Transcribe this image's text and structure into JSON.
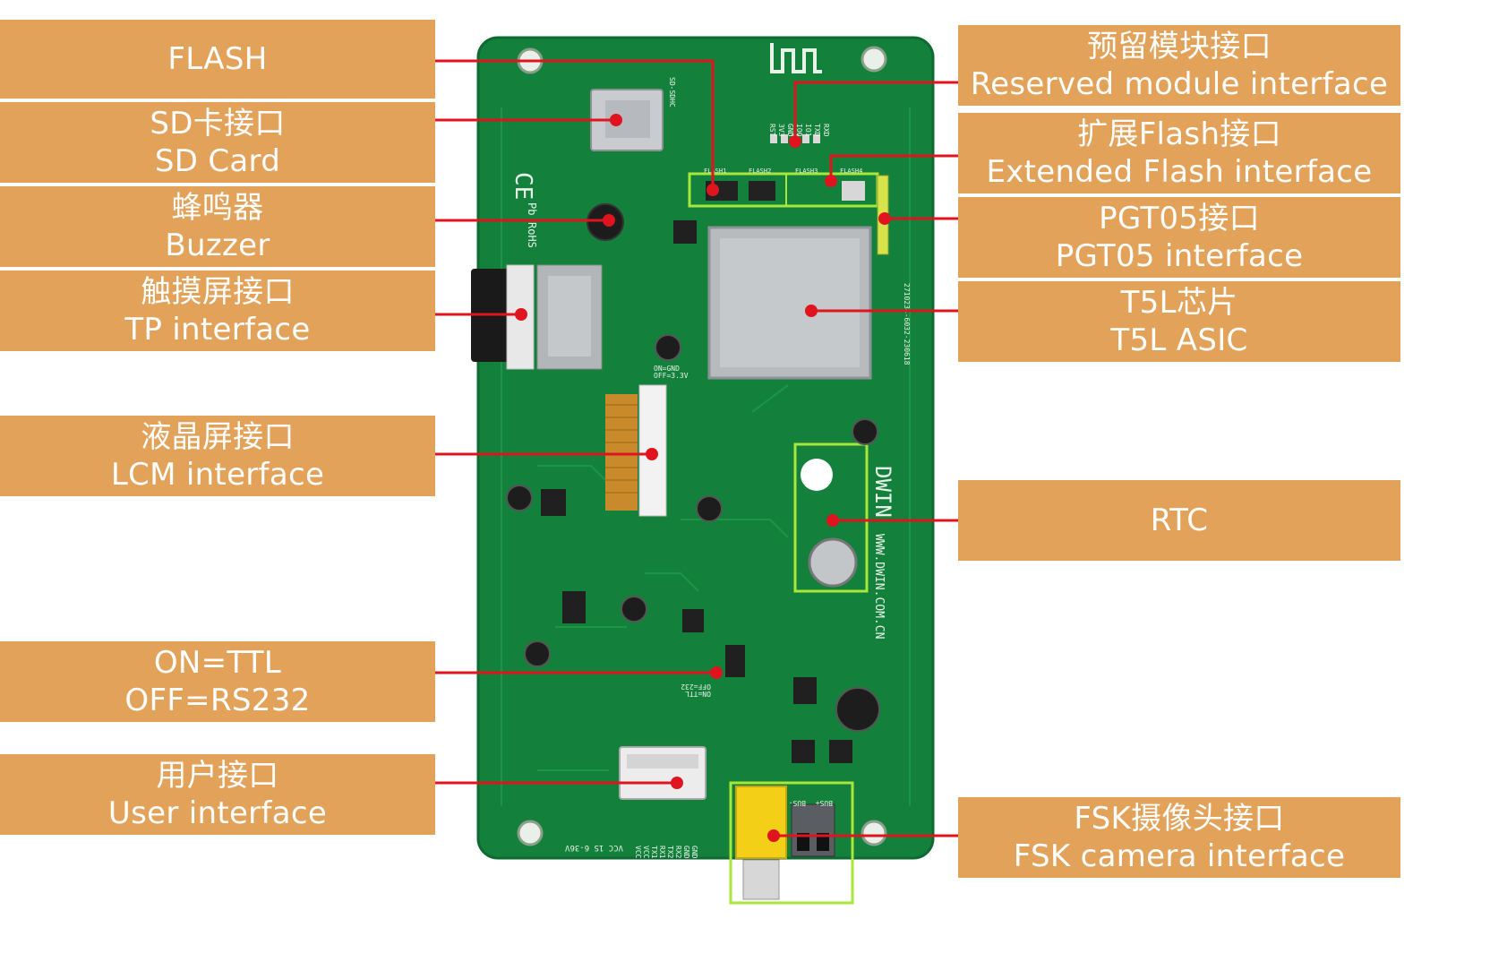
{
  "colors": {
    "label_background": "#E3A25A",
    "label_text": "#FFFFFF",
    "pointer_line": "#E0141E",
    "pcb_green": "#13813C",
    "highlight_box": "#A7E63A"
  },
  "labels": {
    "flash": {
      "line1": "FLASH"
    },
    "sd_card": {
      "line1": "SD卡接口",
      "line2": "SD Card"
    },
    "buzzer": {
      "line1": "蜂鸣器",
      "line2": "Buzzer"
    },
    "tp": {
      "line1": "触摸屏接口",
      "line2": "TP interface"
    },
    "lcm": {
      "line1": "液晶屏接口",
      "line2": "LCM interface"
    },
    "ttl": {
      "line1": "ON=TTL",
      "line2": "OFF=RS232"
    },
    "user": {
      "line1": "用户接口",
      "line2": "User interface"
    },
    "reserved": {
      "line1": "预留模块接口",
      "line2": "Reserved module interface"
    },
    "ext_flash": {
      "line1": "扩展Flash接口",
      "line2": "Extended Flash interface"
    },
    "pgt05": {
      "line1": "PGT05接口",
      "line2": "PGT05 interface"
    },
    "t5l": {
      "line1": "T5L芯片",
      "line2": "T5L ASIC"
    },
    "rtc": {
      "line1": "RTC"
    },
    "fsk": {
      "line1": "FSK摄像头接口",
      "line2": "FSK camera interface"
    }
  },
  "board_text": {
    "brand": "DWIN",
    "website": "WWW.DWIN.COM.CN",
    "ce": "CE",
    "pb": "Pb",
    "rohs": "RoHS",
    "sd_silk": "SD-SDHC",
    "switch_silk_1": "ON=GND",
    "switch_silk_2": "OFF=3.3V",
    "ttl_silk_1": "ON=TTL",
    "ttl_silk_2": "OFF=232",
    "pins": [
      "VCC",
      "VCC",
      "TX1",
      "RX1",
      "TX2",
      "RX2",
      "GND",
      "GND"
    ],
    "power_silk": "VCC 1S 6-36V",
    "bus_minus": "BUS-",
    "bus_plus": "BUS+",
    "flash_silk": [
      "FLASH1",
      "FLASH2",
      "FLASH3",
      "FLASH4"
    ],
    "module_pins": [
      "RST",
      "3V3",
      "GND",
      "IO0",
      "IO1",
      "TXD",
      "RXD"
    ],
    "serial": "2710234-6032-230618"
  }
}
